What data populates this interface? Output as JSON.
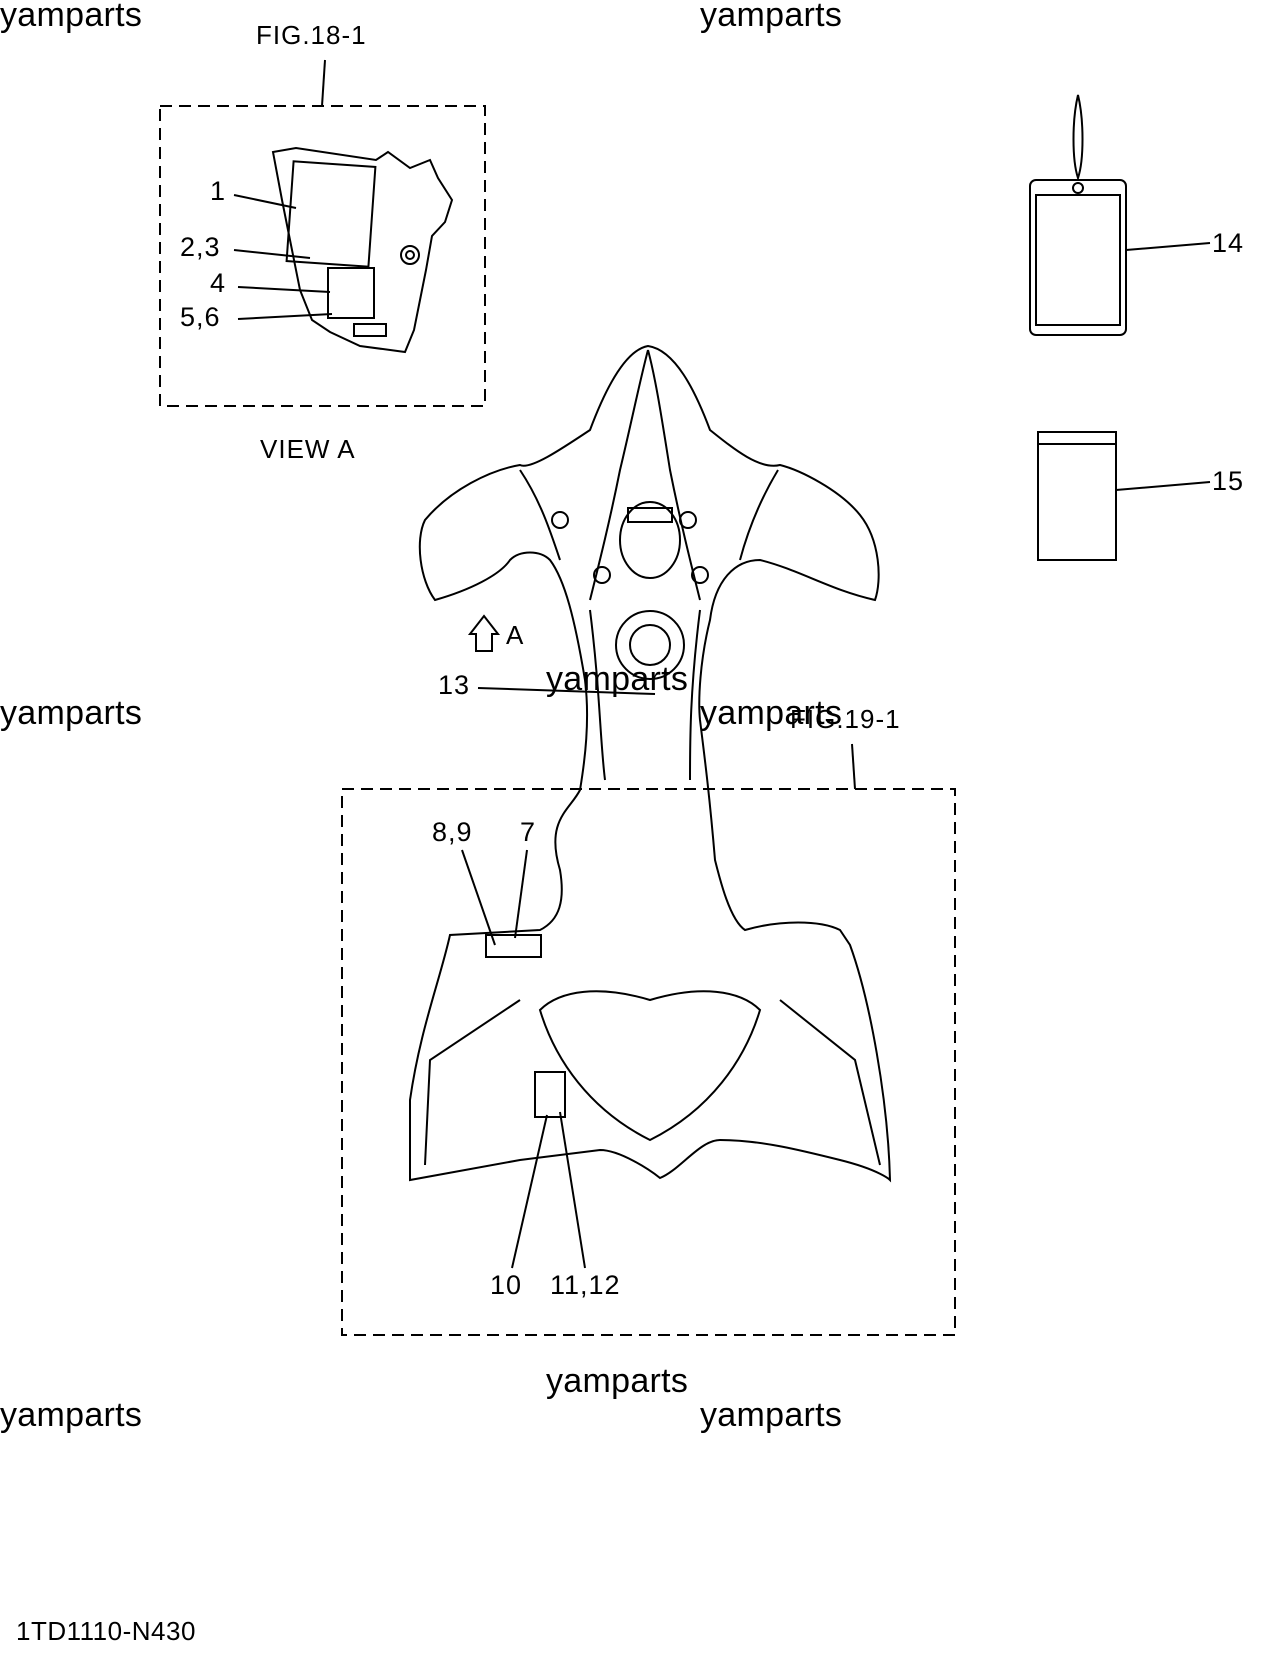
{
  "watermark": "yamparts",
  "figures": {
    "fig18": "FIG.18-1",
    "fig19": "FIG.19-1",
    "view_a": "VIEW A",
    "arrow_a": "A"
  },
  "callouts": {
    "c1": "1",
    "c23": "2,3",
    "c4": "4",
    "c56": "5,6",
    "c7": "7",
    "c89": "8,9",
    "c10": "10",
    "c1112": "11,12",
    "c13": "13",
    "c14": "14",
    "c15": "15"
  },
  "diagram_code": "1TD1110-N430"
}
